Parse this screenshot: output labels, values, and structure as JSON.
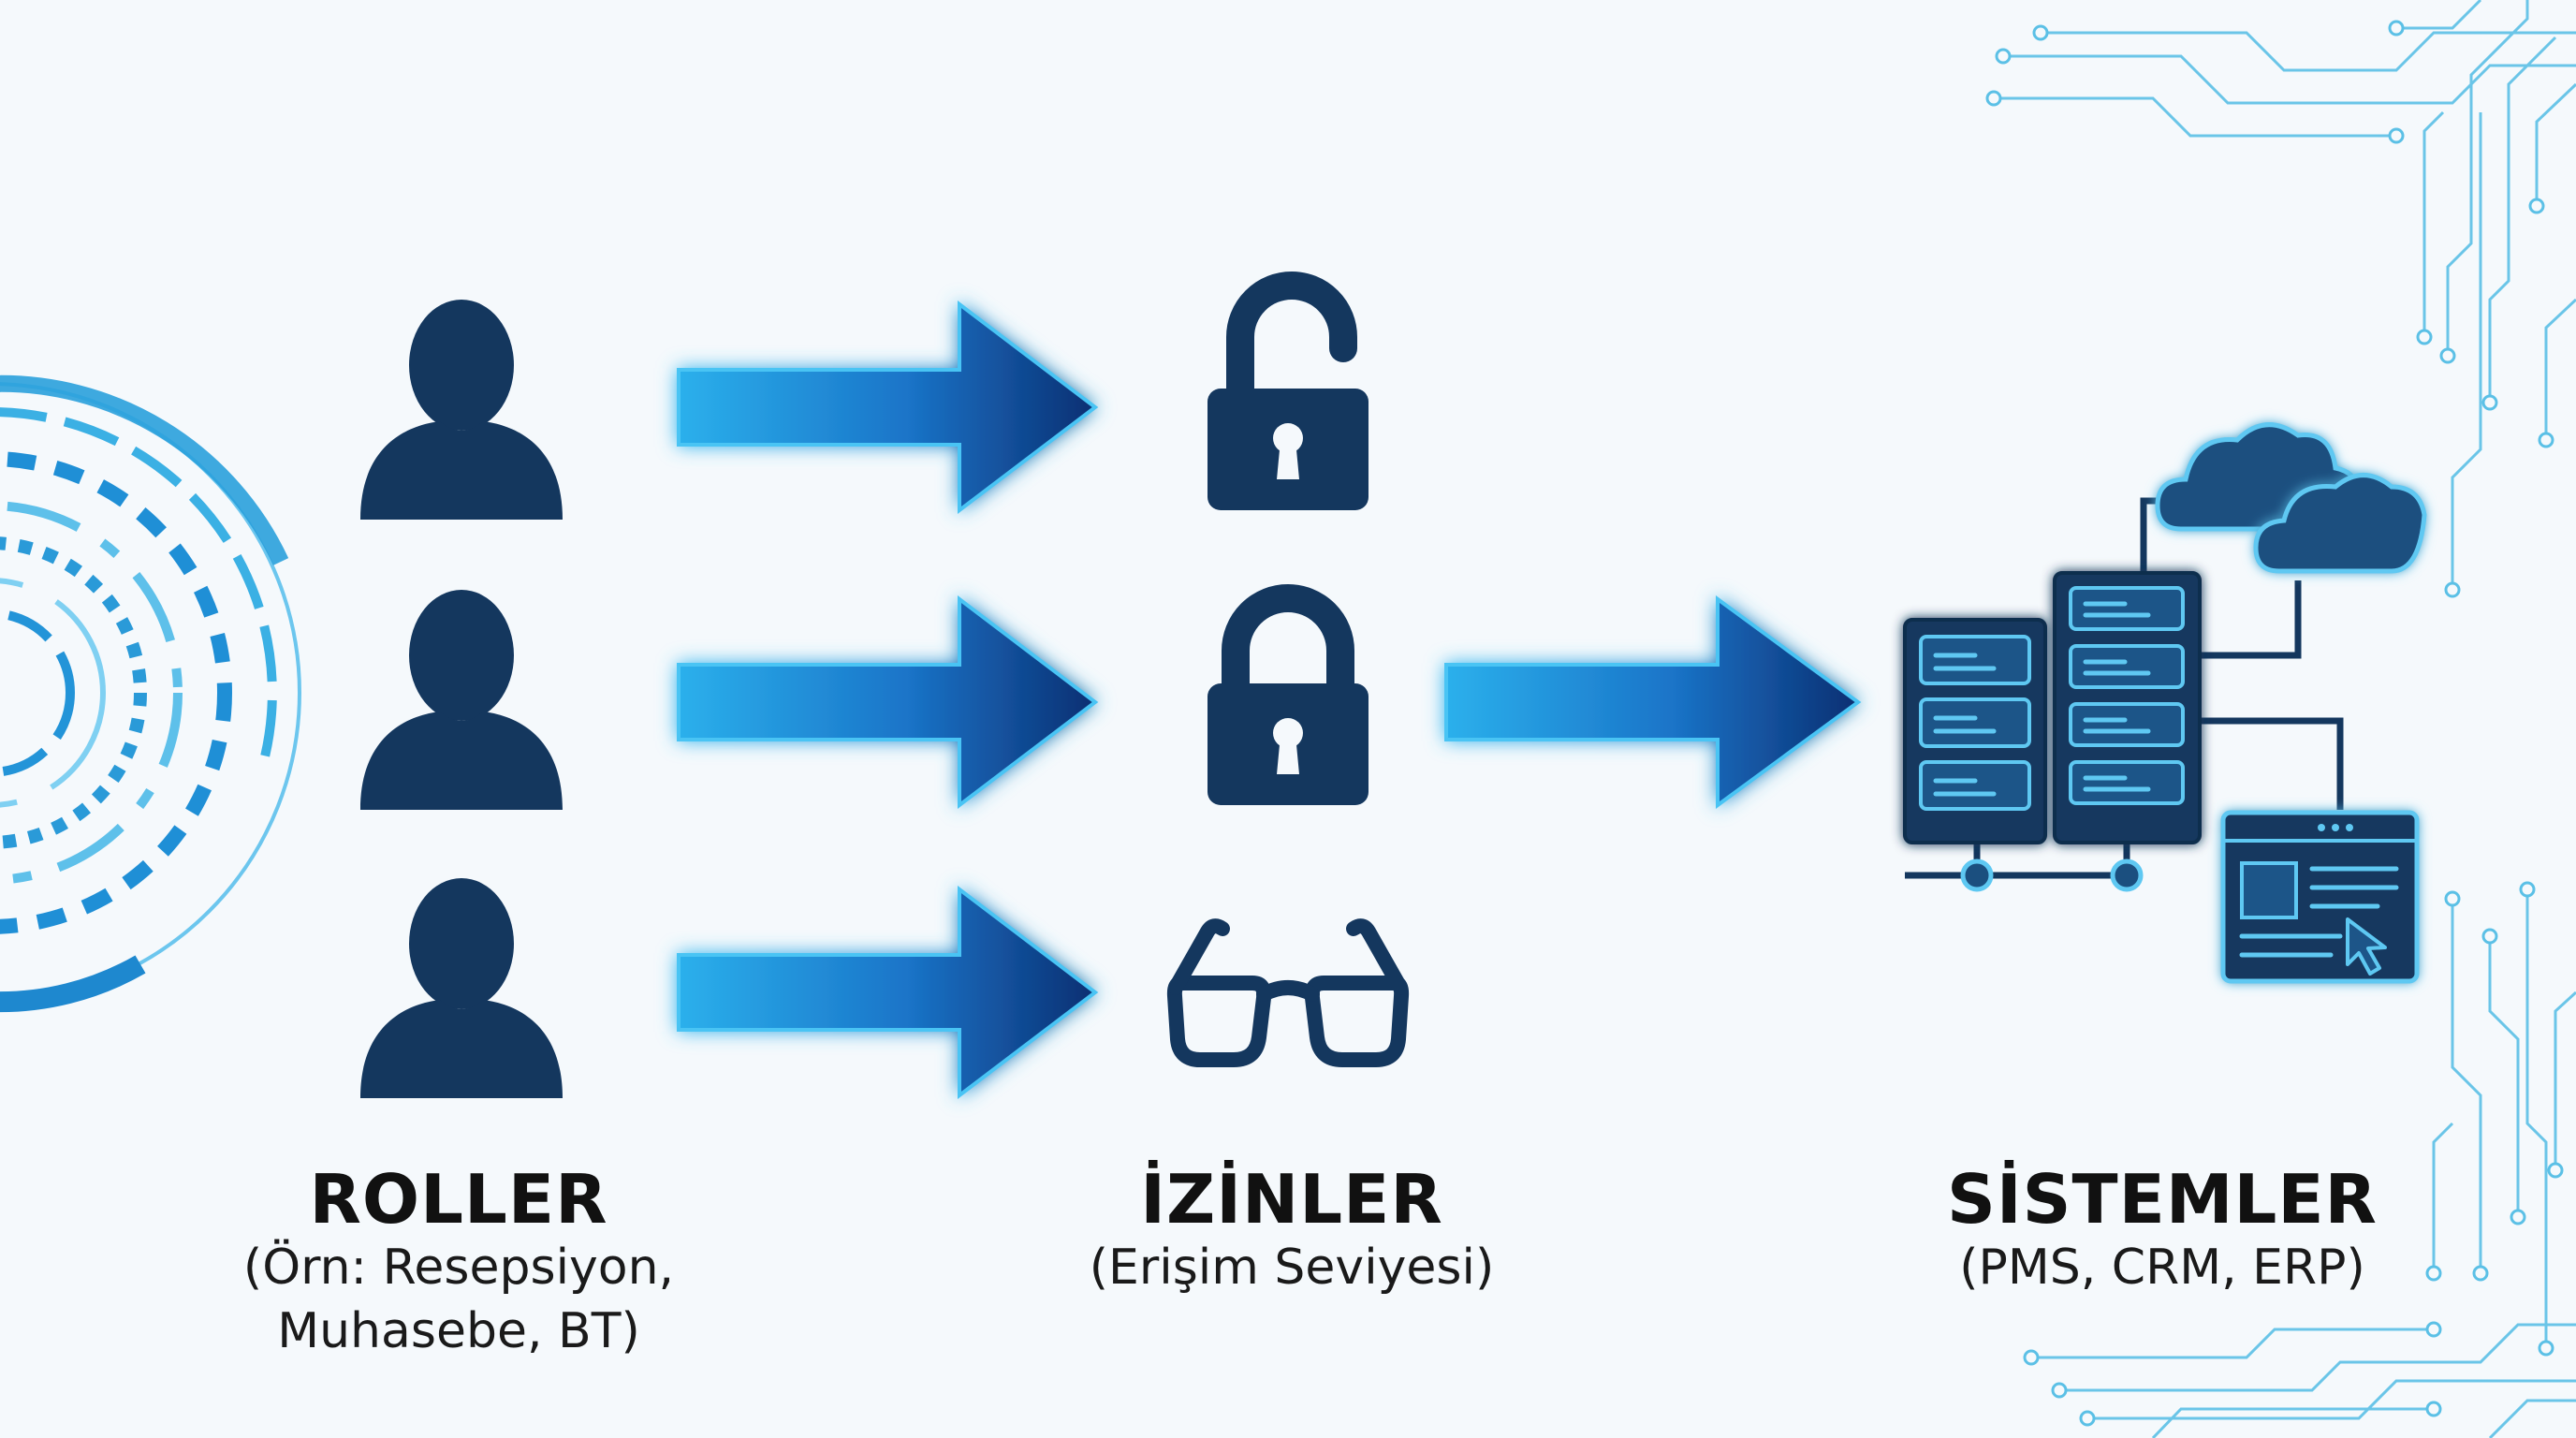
{
  "columns": {
    "roles": {
      "title": "ROLLER",
      "sub_line1": "(Örn: Resepsiyon,",
      "sub_line2": "Muhasebe, BT)"
    },
    "permissions": {
      "title": "İZİNLER",
      "sub_line1": "(Erişim Seviyesi)"
    },
    "systems": {
      "title": "SİSTEMLER",
      "sub_line1": "(PMS, CRM, ERP)"
    }
  },
  "colors": {
    "icon_dark": "#14375e",
    "arrow_light": "#29a9e8",
    "arrow_dark": "#0d3e84",
    "glow": "#3fbcf0",
    "server_fill": "#1b4f7f",
    "server_stroke": "#5ec8f2",
    "circuit": "#5bc0e6",
    "ring": "#2aa0dc"
  },
  "icons": [
    "user-icon",
    "unlocked-padlock-icon",
    "locked-padlock-icon",
    "glasses-icon",
    "server-rack-icon",
    "cloud-icon",
    "browser-window-icon",
    "cursor-icon"
  ]
}
